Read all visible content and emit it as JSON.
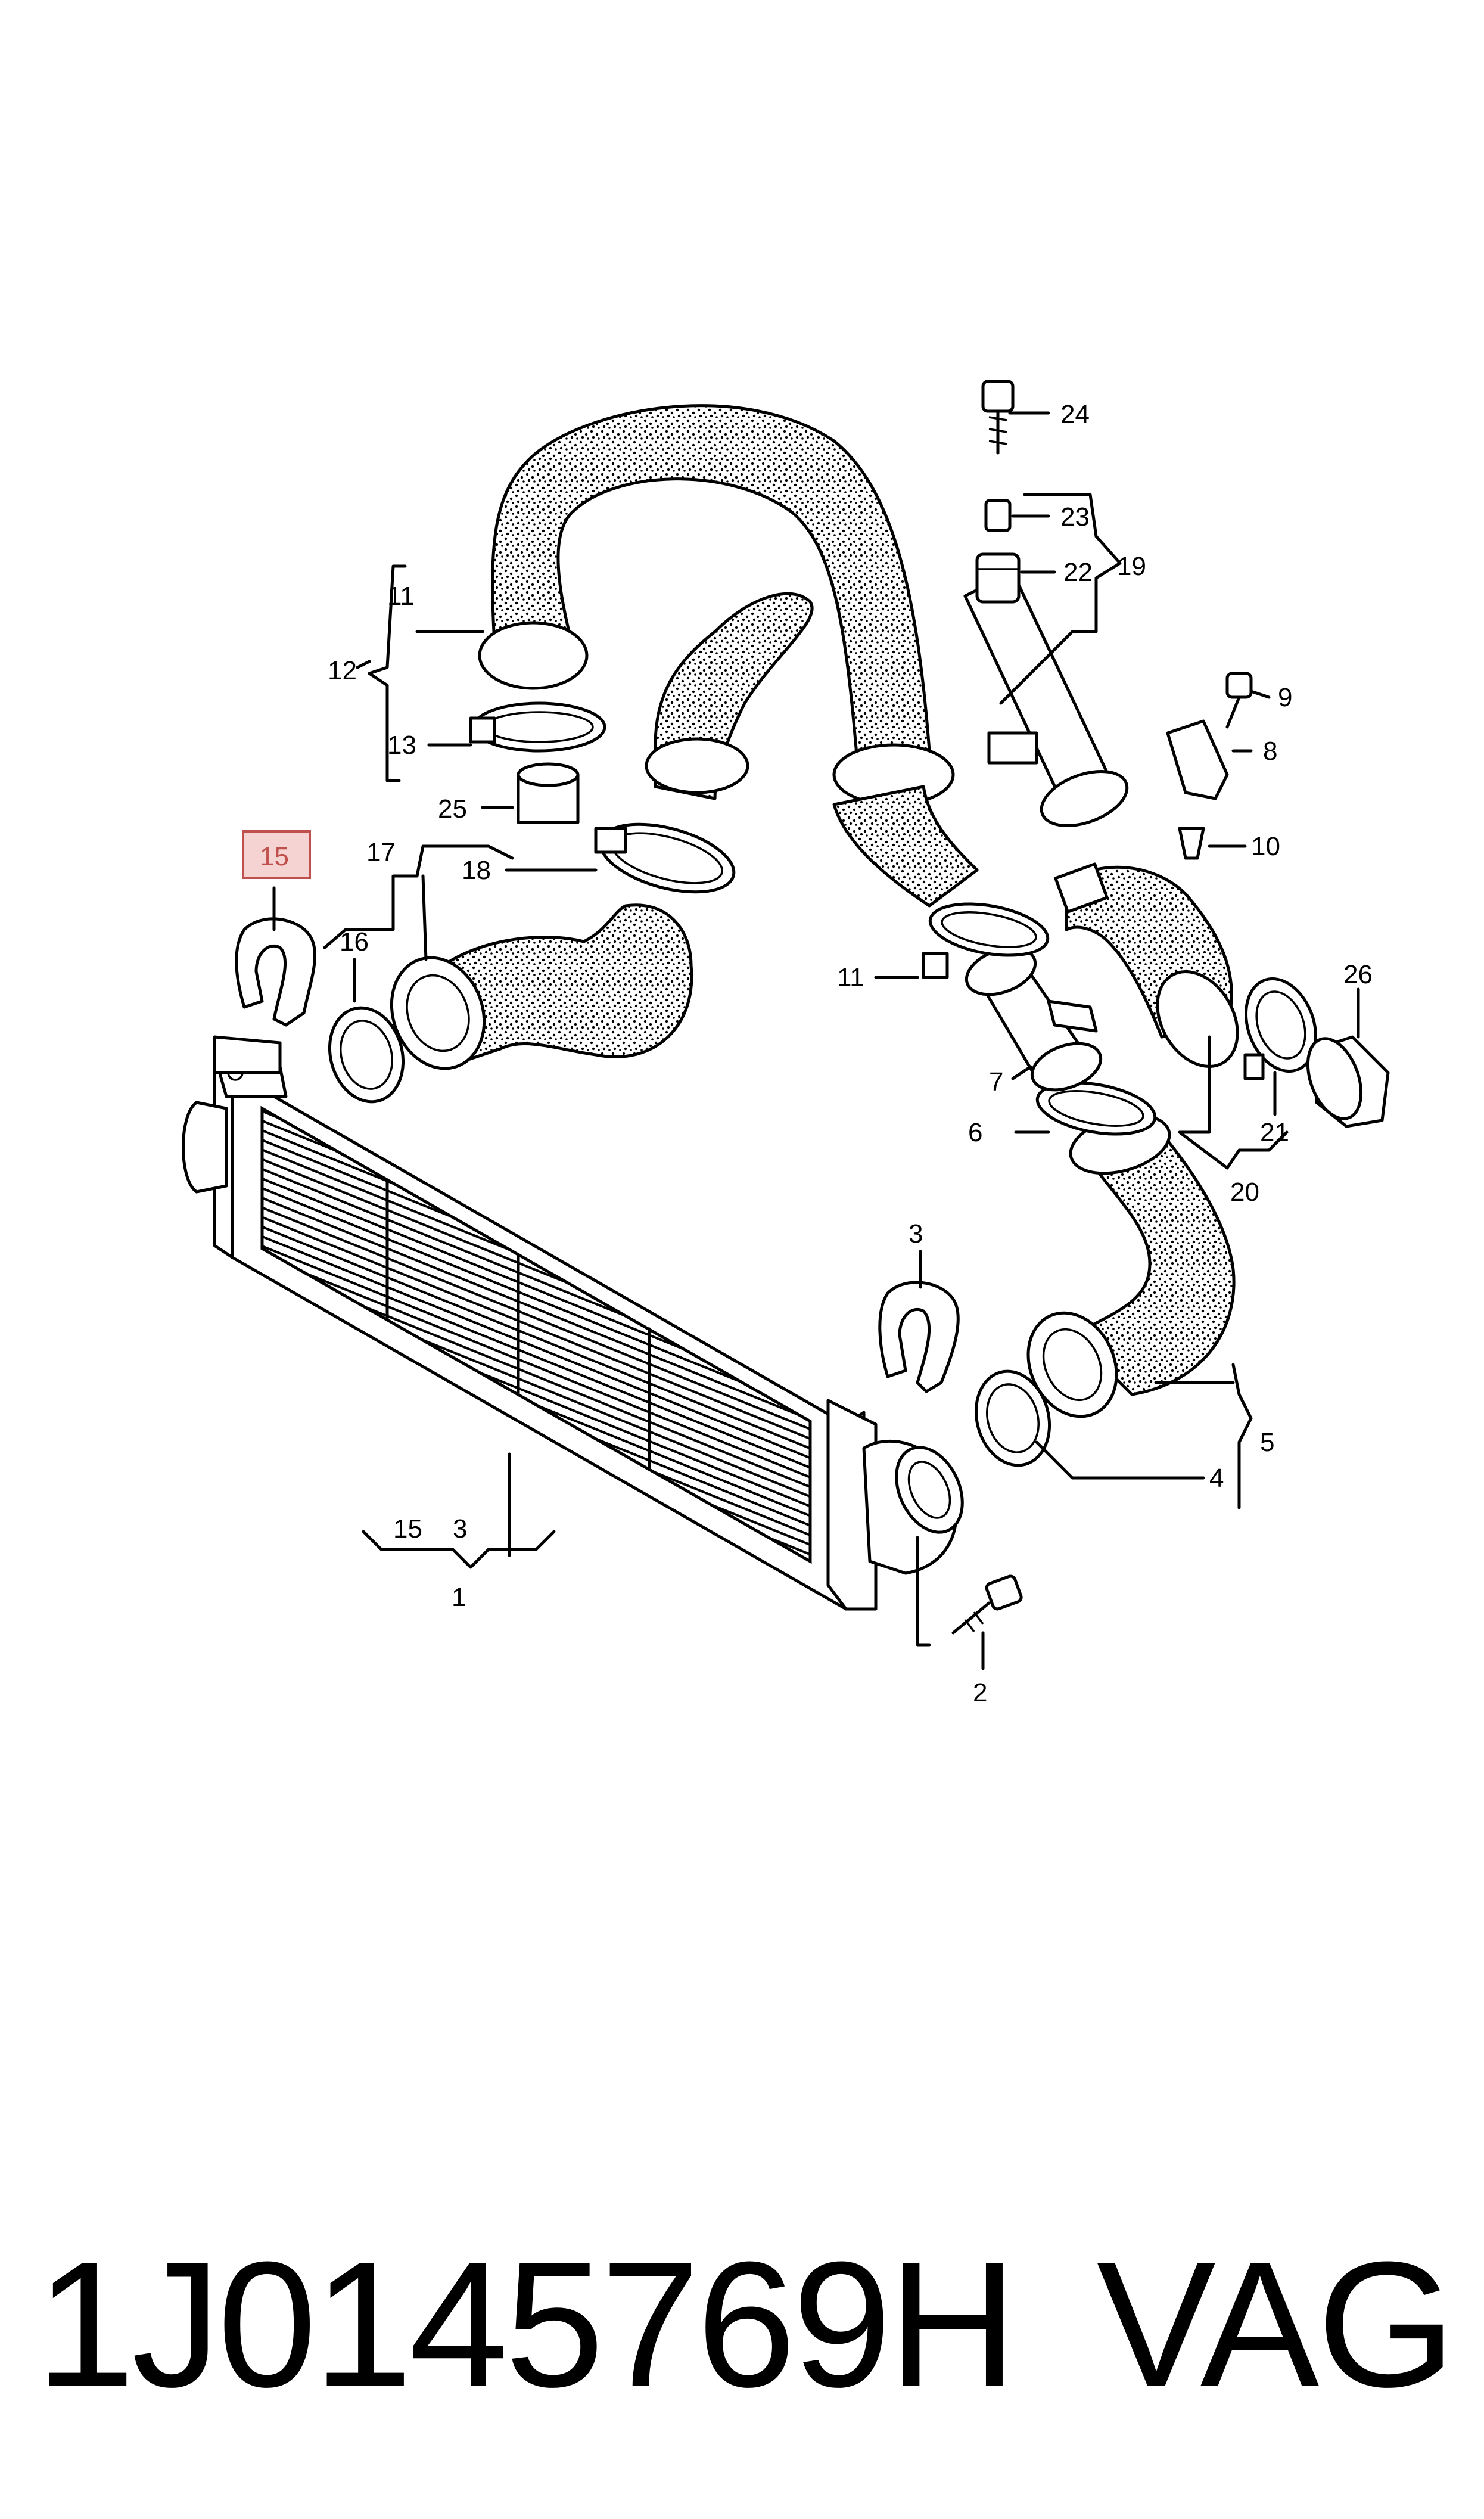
{
  "callouts": {
    "c1": "1",
    "c2": "2",
    "c3": "3",
    "c4": "4",
    "c5": "5",
    "c6": "6",
    "c7": "7",
    "c8": "8",
    "c9": "9",
    "c10": "10",
    "c11_top": "11",
    "c11_mid": "11",
    "c12": "12",
    "c13": "13",
    "c15_highlight": "15",
    "c15_sub": "15",
    "c3_sub": "3",
    "c16": "16",
    "c17": "17",
    "c18": "18",
    "c19": "19",
    "c20": "20",
    "c21": "21",
    "c22": "22",
    "c23": "23",
    "c24": "24",
    "c25": "25",
    "c26": "26"
  },
  "footer": {
    "part_number": "1J0145769H",
    "brand": "VAG"
  },
  "colors": {
    "highlight": "#c0504d",
    "highlight_fill": "#f4d3d2",
    "line": "#000000"
  }
}
